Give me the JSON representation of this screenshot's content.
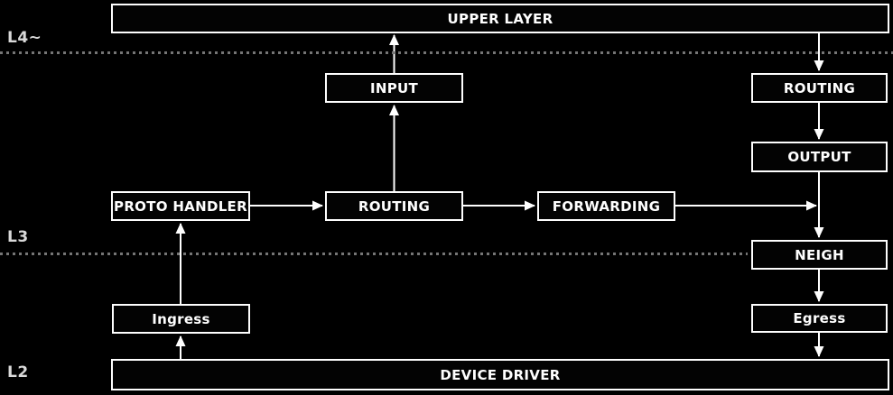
{
  "diagram": {
    "kind": "network-stack-packet-flow",
    "layers": [
      {
        "label": "L4~"
      },
      {
        "label": "L3"
      },
      {
        "label": "L2"
      }
    ],
    "nodes": {
      "upper_layer": {
        "label": "UPPER LAYER"
      },
      "input": {
        "label": "INPUT"
      },
      "routing_right": {
        "label": "ROUTING"
      },
      "output": {
        "label": "OUTPUT"
      },
      "proto_handler": {
        "label": "PROTO HANDLER"
      },
      "routing_mid": {
        "label": "ROUTING"
      },
      "forwarding": {
        "label": "FORWARDING"
      },
      "neigh": {
        "label": "NEIGH"
      },
      "ingress": {
        "label": "Ingress"
      },
      "egress": {
        "label": "Egress"
      },
      "device_driver": {
        "label": "DEVICE DRIVER"
      }
    },
    "edges": [
      {
        "from": "input",
        "to": "upper_layer"
      },
      {
        "from": "upper_layer",
        "to": "routing_right"
      },
      {
        "from": "routing_mid",
        "to": "input"
      },
      {
        "from": "routing_right",
        "to": "output"
      },
      {
        "from": "output",
        "to": "neigh"
      },
      {
        "from": "proto_handler",
        "to": "routing_mid"
      },
      {
        "from": "routing_mid",
        "to": "forwarding"
      },
      {
        "from": "forwarding",
        "to": "neigh"
      },
      {
        "from": "neigh",
        "to": "egress"
      },
      {
        "from": "egress",
        "to": "device_driver"
      },
      {
        "from": "ingress",
        "to": "proto_handler"
      },
      {
        "from": "device_driver",
        "to": "ingress"
      }
    ],
    "colors": {
      "background": "#000000",
      "box_border": "#fefefe",
      "box_text": "#fefefe",
      "arrow": "#fefefe",
      "layer_label": "#d9d9d9",
      "separator": "#757575"
    }
  }
}
